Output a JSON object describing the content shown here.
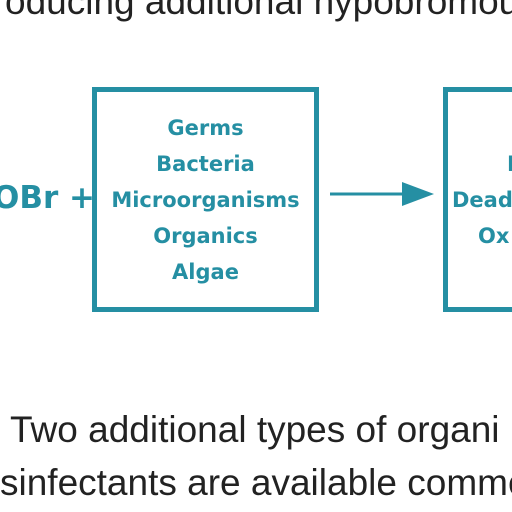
{
  "text": {
    "top_line": "oducing additional hypobromou",
    "bottom_line_1": "Two additional types of organi",
    "bottom_line_2": "sinfectants are available comme"
  },
  "diagram": {
    "reactant_label": "OBr +",
    "input_box_items": [
      "Germs",
      "Bacteria",
      "Microorganisms",
      "Organics",
      "Algae"
    ],
    "output_box_items": [
      "D",
      "Dead",
      "Ox"
    ]
  },
  "colors": {
    "accent": "#258fa3",
    "body_text": "#222222",
    "background": "#ffffff"
  }
}
